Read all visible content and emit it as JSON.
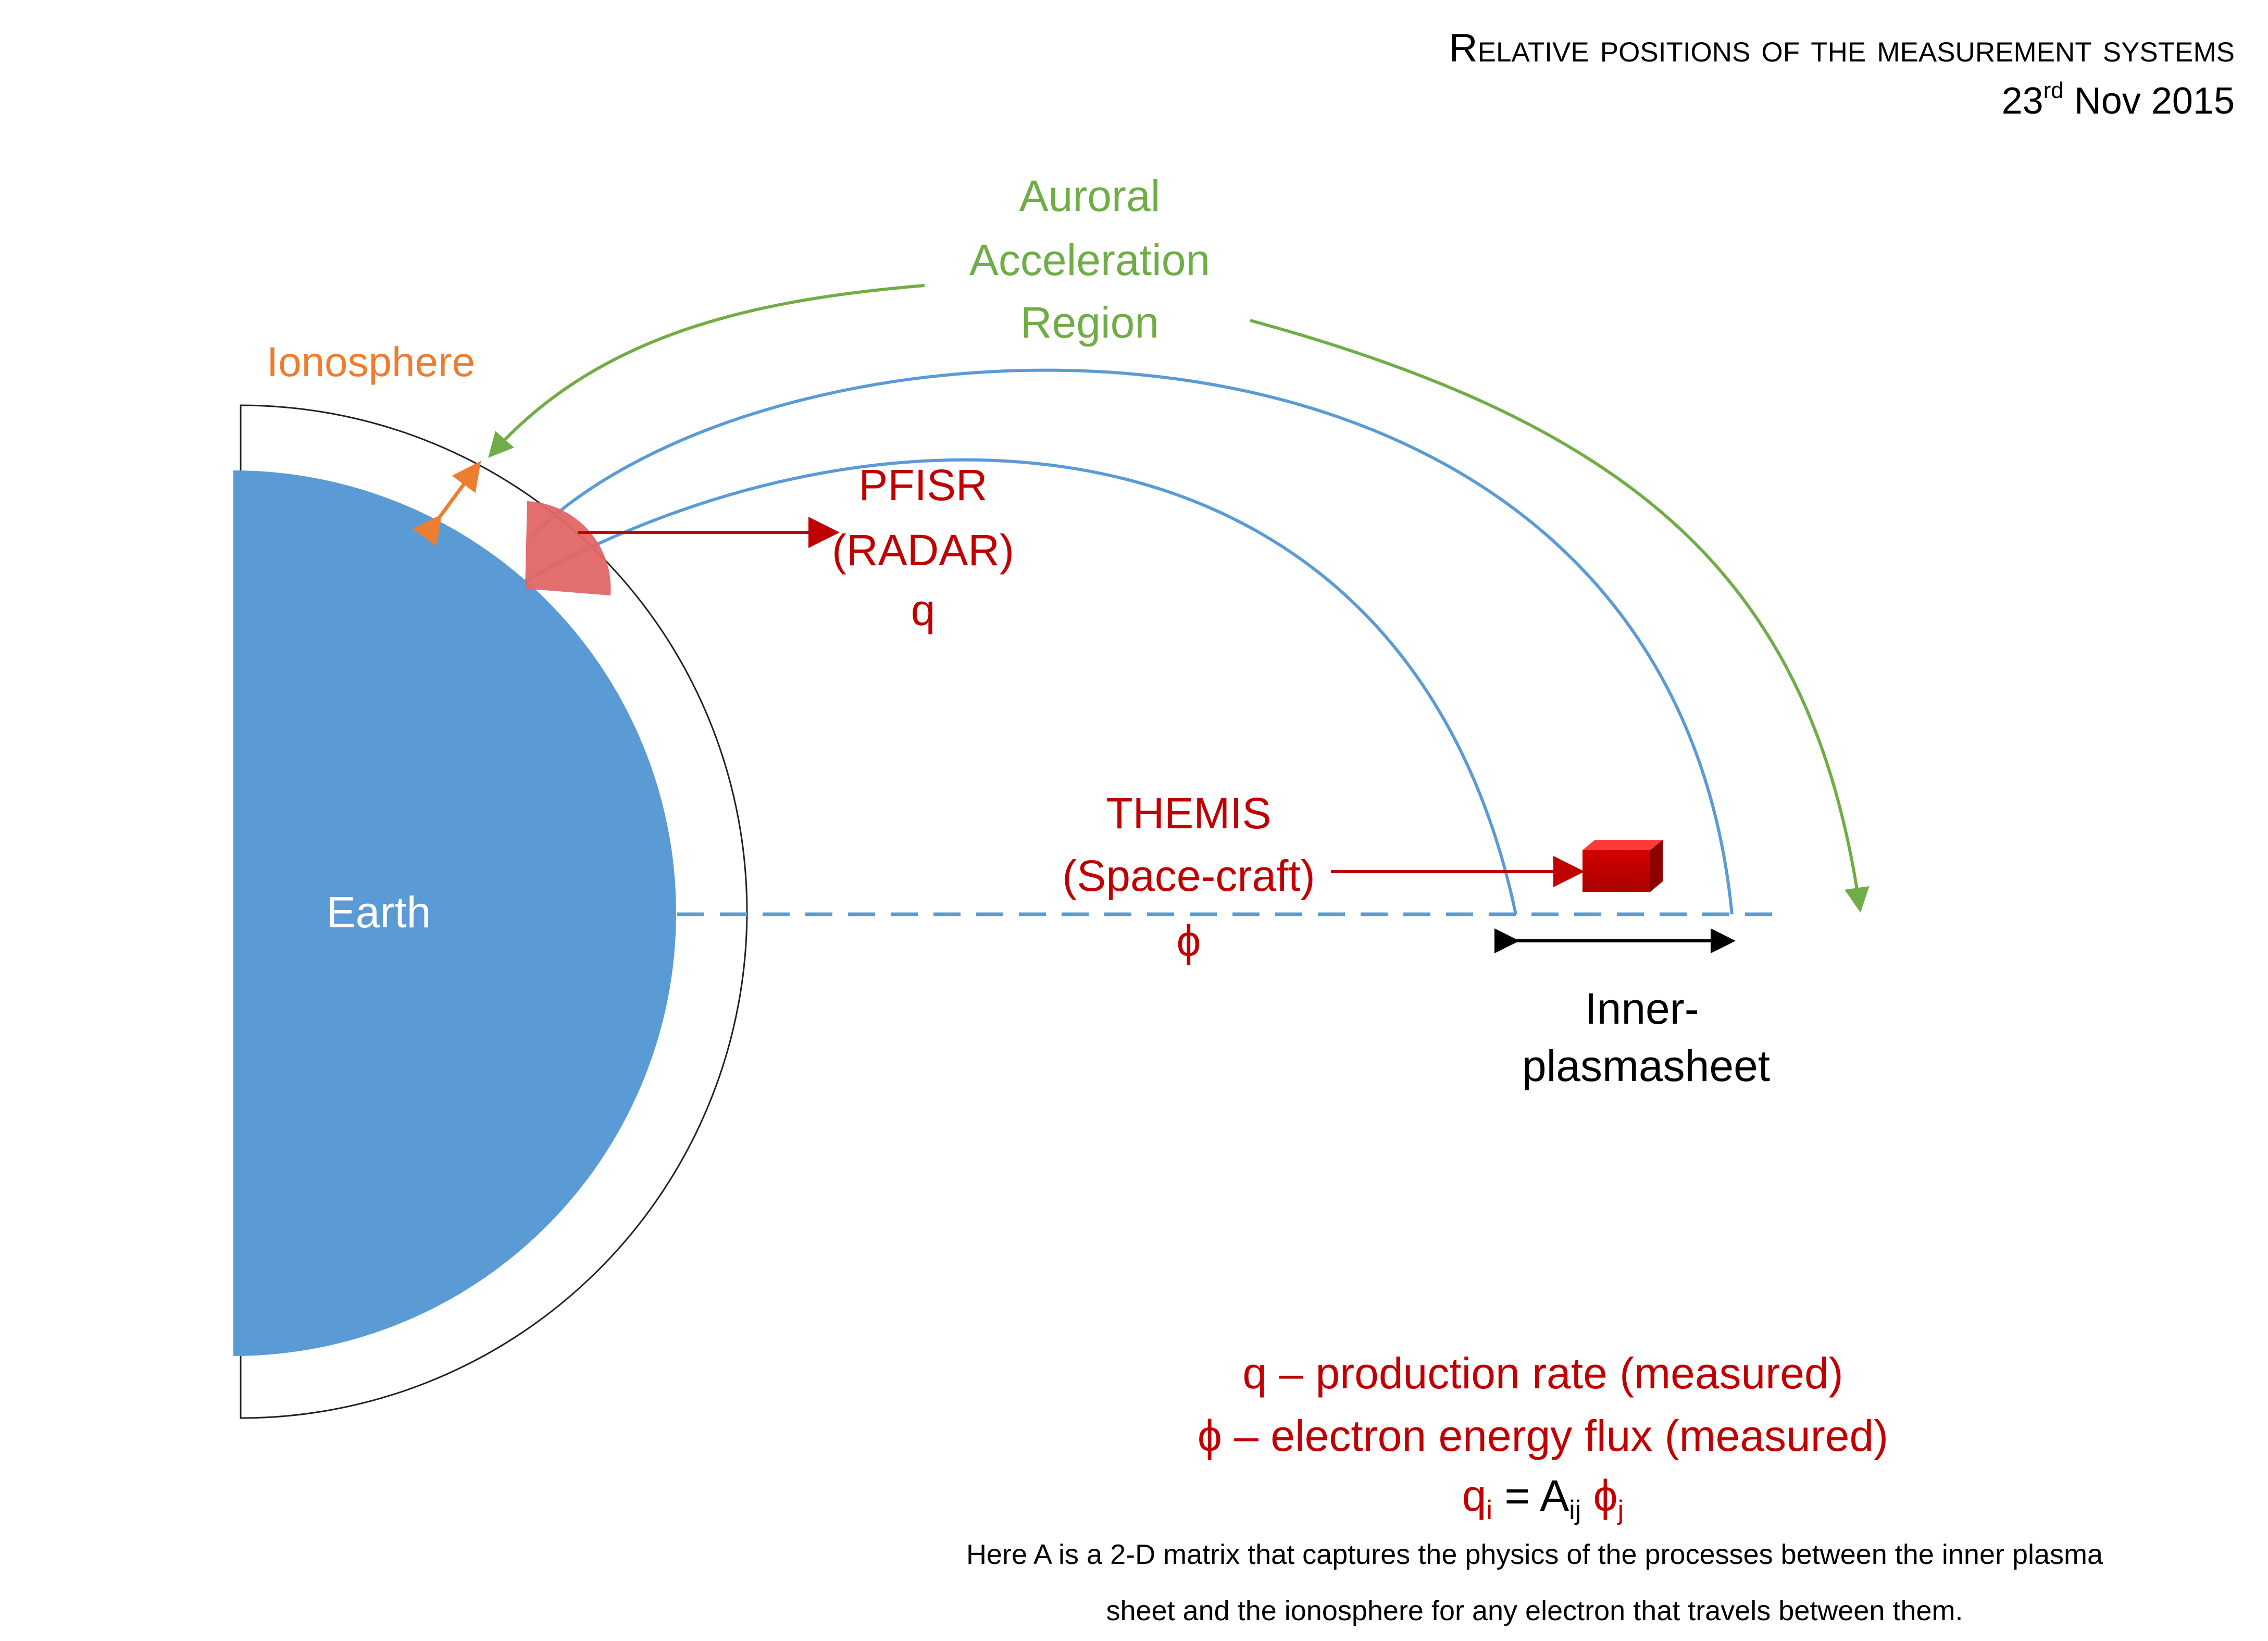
{
  "title": {
    "line1": "Relative positions of the measurement systems",
    "day": "23",
    "day_suffix": "rd",
    "date_rest": " Nov 2015"
  },
  "labels": {
    "earth": "Earth",
    "ionosphere": "Ionosphere",
    "auroral": [
      "Auroral",
      "Acceleration",
      "Region"
    ],
    "pfisr": [
      "PFISR",
      "(RADAR)",
      "q"
    ],
    "themis": [
      "THEMIS",
      "(Space-craft)",
      "ϕ"
    ],
    "inner_plasmasheet": [
      "Inner-",
      "plasmasheet"
    ]
  },
  "legend": {
    "q_def": "q – production rate (measured)",
    "phi_def": "ϕ – electron energy flux (measured)",
    "eq_q": "q",
    "eq_i": "i",
    "eq_mid": " = A",
    "eq_ij": "ij",
    "eq_phi": " ϕ",
    "eq_j": "j",
    "note_line1": "Here A is a 2-D matrix that captures the physics of the processes between  the inner plasma",
    "note_line2": "sheet and the ionosphere for any electron that travels between them."
  },
  "colors": {
    "earth": "#5b9bd5",
    "field_lines": "#5b9bd5",
    "auroral": "#70ad47",
    "ionosphere": "#ed7d31",
    "instrument": "#c00000",
    "radar_beam": "#e06666",
    "text_dark": "#000000"
  }
}
